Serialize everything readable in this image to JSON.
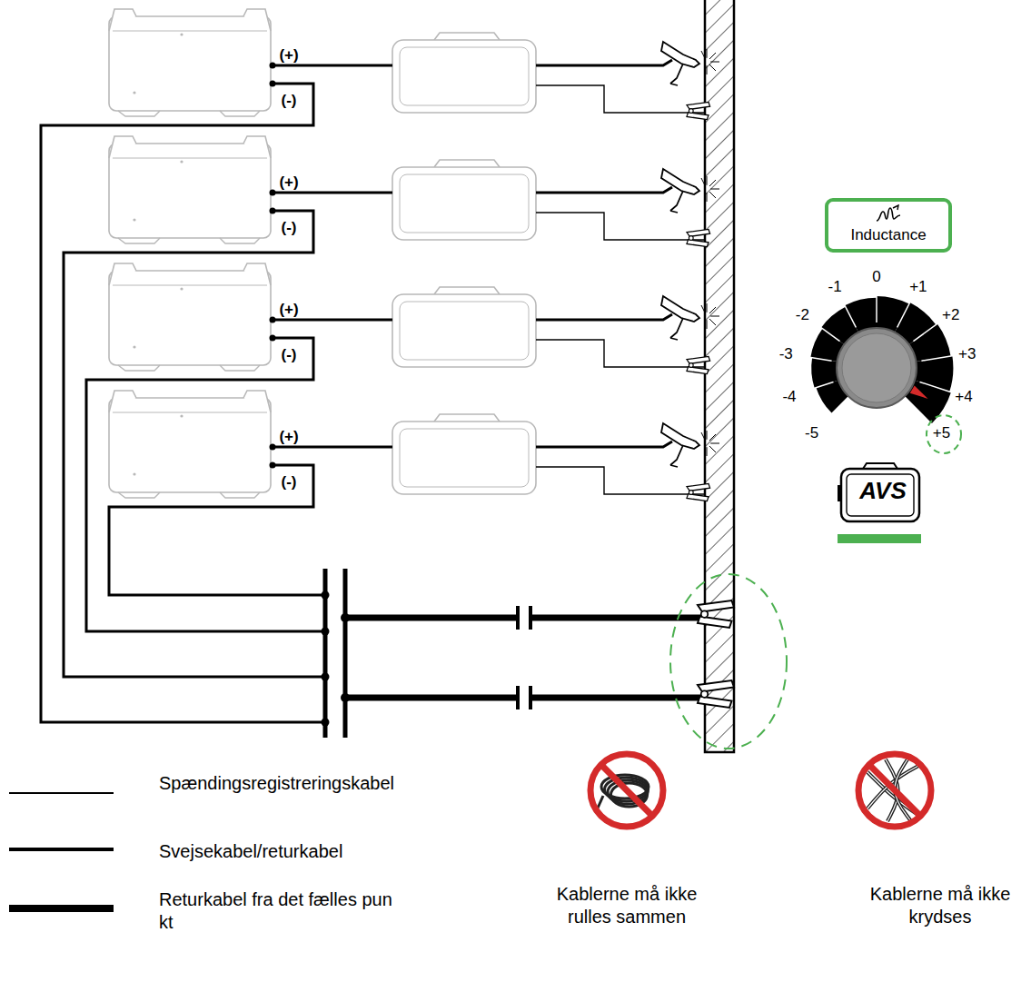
{
  "diagram": {
    "nodes": [
      {
        "text": [
          "Inductance"
        ]
      },
      {
        "text": [
          "AVS"
        ]
      }
    ],
    "labels": [
      "(+)",
      "(-)",
      "(+)",
      "(-)",
      "(+)",
      "(-)",
      "(+)",
      "(-)",
      "-5",
      "-4",
      "-3",
      "-2",
      "-1",
      "0",
      "+1",
      "+2",
      "+3",
      "+4",
      "+5",
      "Kablerne må ikke rulles sammen",
      "Kablerne må ikke krydses"
    ],
    "legend": [
      {
        "text": "Spændingsregistreringskabel"
      },
      {
        "text": "Svejsekabel/returkabel"
      },
      {
        "text": "Returkabel fra det fælles punkt"
      }
    ]
  }
}
